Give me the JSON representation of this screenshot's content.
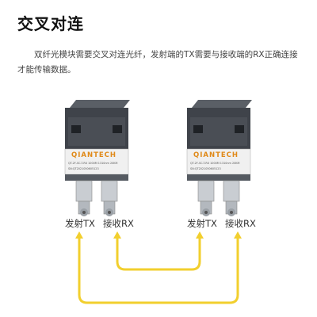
{
  "title": "交叉对连",
  "description": "双纤光模块需要交叉对连光纤，发射端的TX需要与接收端的RX正确连接才能传输数据。",
  "modules": [
    {
      "brand": "QIANTECH",
      "model_line": "QT-2F-SC-T-RX  1000M  1310nm 20KM",
      "serial_line": "SN:QT2021050605123",
      "tx_label": "发射TX",
      "rx_label": "接收RX"
    },
    {
      "brand": "QIANTECH",
      "model_line": "QT-2F-SC-T-RX  1000M  1310nm 20KM",
      "serial_line": "SN:QT2021050605123",
      "tx_label": "发射TX",
      "rx_label": "接收RX"
    }
  ],
  "colors": {
    "connection_line": "#f2cf2e",
    "module_body": "#3f434a",
    "label_bg": "#f0f0f0",
    "connector_metal": "#c9cdd2"
  }
}
